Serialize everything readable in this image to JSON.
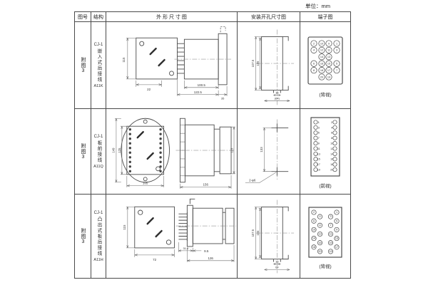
{
  "unit_label": "单位：mm",
  "table": {
    "headers": {
      "fig_no": "图号",
      "structure": "结构",
      "outline": "外 形 尺 寸 图",
      "install": "安装开孔尺寸图",
      "terminal": "端子图"
    },
    "rows": [
      {
        "fig_no": "附图3",
        "structure": {
          "model": "CJ-1",
          "wiring": "嵌入式后接线",
          "type_code": "A11K"
        },
        "outline_dims": {
          "height": "115",
          "width": "22",
          "body": "100.5",
          "total": "122.5",
          "flange": "35"
        },
        "install_dims": {
          "outer": "107.5",
          "inner": "105",
          "hole_offset": "16",
          "width": "(64)"
        },
        "terminal": {
          "caption": "(背视)",
          "layout": "grid4",
          "rows": [
            [
              "2",
              "10",
              "9",
              "1"
            ],
            [
              "4",
              "12",
              "11",
              "3"
            ],
            [
              "",
              "14",
              "13",
              ""
            ],
            [
              "6",
              "16",
              "15",
              "5"
            ],
            [
              "8",
              "18",
              "17",
              "7"
            ],
            [
              "",
              "20",
              "19",
              ""
            ]
          ]
        }
      },
      {
        "fig_no": "附图3",
        "structure": {
          "model": "CJ-1",
          "wiring": "板前接线",
          "type_code": "A11Q"
        },
        "outline_dims": {
          "outer_height": "149",
          "inner_height": "125",
          "width": "105",
          "side_width": "156",
          "side_height": "115"
        },
        "install_dims": {
          "spacing": "133",
          "holes": "2-φ6"
        },
        "terminal": {
          "caption": "(前视)",
          "layout": "dualcol",
          "rows": [
            [
              "1",
              "2"
            ],
            [
              "3",
              "4"
            ],
            [
              "5",
              "6"
            ],
            [
              "7",
              "8"
            ],
            [
              "9",
              "10"
            ],
            [
              "11",
              "12"
            ],
            [
              "13",
              "14"
            ],
            [
              "15",
              "16"
            ],
            [
              "17",
              "18"
            ],
            [
              "19",
              "20"
            ]
          ]
        }
      },
      {
        "fig_no": "附图3",
        "structure": {
          "model": "CJ-1",
          "wiring": "凸出式板后接线",
          "type_code": "A11H"
        },
        "outline_dims": {
          "height": "115",
          "width": "72",
          "comb": "31.5",
          "step": "9.5",
          "total": "126"
        },
        "install_dims": {
          "outer": "107.5",
          "inner": "104",
          "hole_offset": "16",
          "width": "64"
        },
        "terminal": {
          "caption": "(背视)",
          "layout": "zigzag",
          "left": [
            "2",
            "4",
            "6",
            "8",
            "10",
            "12",
            "14",
            "16",
            "18",
            "20"
          ],
          "right": [
            "1",
            "3",
            "5",
            "7",
            "9",
            "11",
            "13",
            "15",
            "17",
            "19"
          ]
        }
      }
    ]
  }
}
